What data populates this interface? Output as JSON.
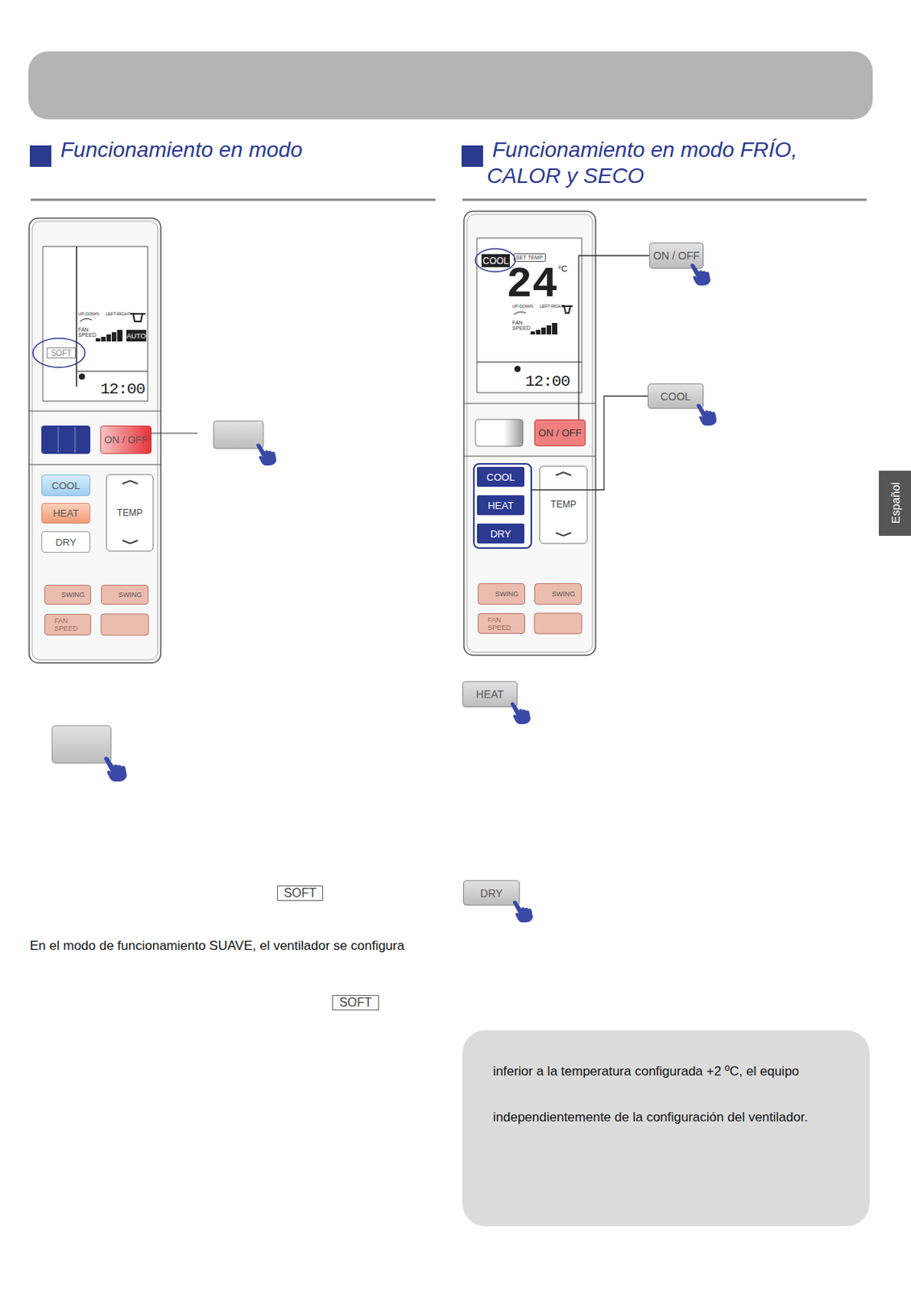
{
  "diagram": {
    "nodes": [
      {
        "text": [
          "ON / OFF"
        ]
      },
      {
        "text": [
          "ON / OFF"
        ]
      },
      {
        "text": [
          "COOL",
          "HEAT",
          "DRY"
        ]
      },
      {
        "text": [
          "ON / OFF"
        ]
      },
      {
        "text": [
          "COOL"
        ]
      },
      {
        "text": [
          "HEAT"
        ]
      },
      {
        "text": [
          "DRY"
        ]
      },
      {
        "text": [
          "inferior a la temperatura configurada +2 ºC, el equipo",
          "independientemente de la configuración del ventilador."
        ]
      }
    ],
    "edges": [
      {
        "from": 1,
        "to": 3,
        "arrow": "none"
      },
      {
        "from": 2,
        "to": 4,
        "arrow": "none"
      }
    ],
    "labels": [
      "Funcionamiento en modo",
      "Funcionamiento en modo FRÍO, CALOR y SECO",
      "Español",
      "UP-DOWN",
      "LEFT-RIGHT",
      "FAN SPEED",
      "AUTO",
      "SOFT",
      "12:00",
      "COOL",
      "HEAT",
      "DRY",
      "TEMP",
      "SWING",
      "SWING",
      "FAN SPEED",
      "COOL",
      "SET TEMP.",
      "24",
      "°C",
      "UP-DOWN",
      "LEFT-RIGHT",
      "FAN SPEED",
      "12:00",
      "TEMP",
      "SWING",
      "SWING",
      "FAN SPEED",
      "SOFT",
      "En el modo de funcionamiento SUAVE, el ventilador se configura",
      "SOFT"
    ]
  }
}
